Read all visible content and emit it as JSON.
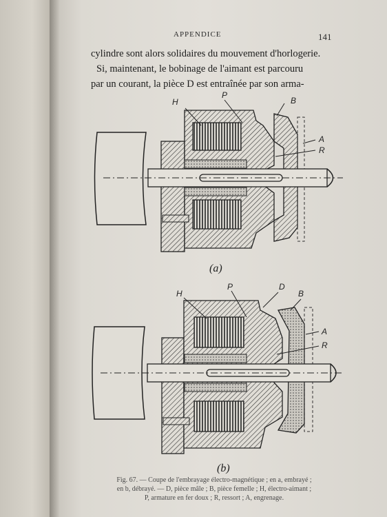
{
  "page": {
    "running_head": "APPENDICE",
    "page_number": "141",
    "text_lines": [
      "cylindre sont alors solidaires du mouvement d'horlogerie.",
      "Si, maintenant, le bobinage de l'aimant est parcouru",
      "par un courant, la pièce D est entraînée par son arma-"
    ]
  },
  "figure_a": {
    "labels": {
      "H": "H",
      "P": "P",
      "B": "B",
      "A": "A",
      "R": "R"
    },
    "tag": "(a)"
  },
  "figure_b": {
    "labels": {
      "H": "H",
      "P": "P",
      "D": "D",
      "B": "B",
      "A": "A",
      "R": "R"
    },
    "tag": "(b)"
  },
  "caption": {
    "lines": [
      "Fig. 67. — Coupe de l'embrayage électro-magnétique ; en a, embrayé ;",
      "en b, débrayé. — D, pièce mâle ; B, pièce femelle ; H, électro-aimant ;",
      "P, armature en fer doux ; R, ressort ; A, engrenage."
    ]
  }
}
